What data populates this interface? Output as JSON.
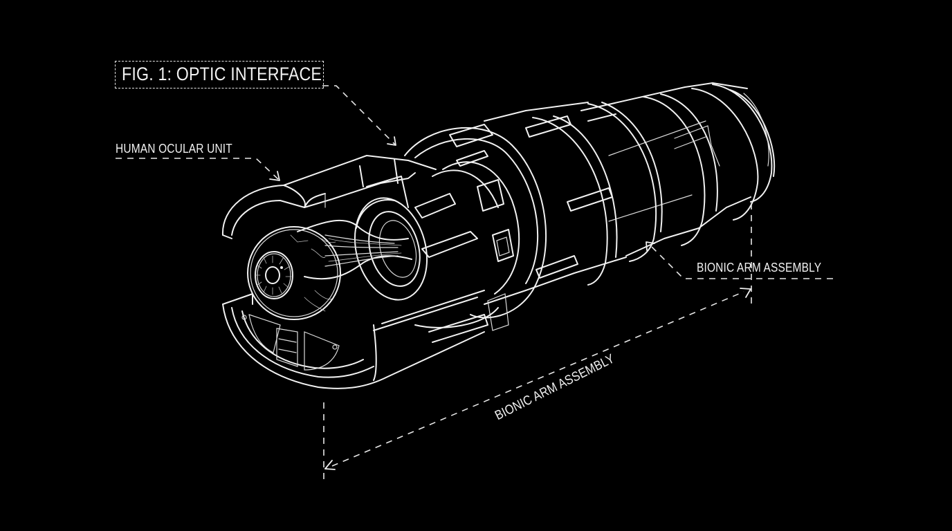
{
  "figure": {
    "title": "FIG. 1: OPTIC INTERFACE",
    "background": "#000000",
    "stroke_color": "#f2f2f2"
  },
  "labels": {
    "ocular_unit": "HUMAN OCULAR UNIT",
    "arm_assembly_side": "BIONIC ARM ASSEMBLY",
    "arm_assembly_dimension": "BIONIC ARM ASSEMBLY"
  },
  "components": [
    {
      "id": "eye",
      "name": "Human eyeball with optic nerve"
    },
    {
      "id": "housing",
      "name": "Split cylindrical housing (upper and lower shells)"
    },
    {
      "id": "coupling",
      "name": "Segmented coupling ring with connector slots"
    },
    {
      "id": "arm",
      "name": "Bionic arm cylinder with end cap rings"
    }
  ]
}
